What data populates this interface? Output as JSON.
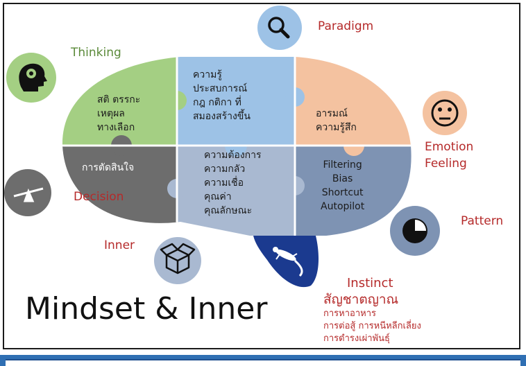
{
  "labels": {
    "paradigm": "Paradigm",
    "thinking": "Thinking",
    "emotion": "Emotion",
    "feeling": "Feeling",
    "decision": "Decision",
    "pattern": "Pattern",
    "inner": "Inner",
    "instinct": "Instinct",
    "instinct_th": "สัญชาตญาณ",
    "instinct_items": [
      "การหาอาหาร",
      "การต่อสู้ การหนีหลีกเลี่ยง",
      "การดำรงเผ่าพันธุ์"
    ]
  },
  "pieces": {
    "knowledge": [
      "ความรู้",
      "ประสบการณ์",
      "กฎ กติกา ที่",
      "สมองสร้างขึ้น"
    ],
    "thinking": [
      "สติ ตรรกะ",
      "เหตุผล",
      "ทางเลือก"
    ],
    "emotion": [
      "อารมณ์",
      "ความรู้สึก"
    ],
    "decision": [
      "การตัดสินใจ"
    ],
    "inner": [
      "ความต้องการ",
      "ความกลัว",
      "ความเชื่อ",
      "คุณค่า",
      "คุณลักษณะ"
    ],
    "pattern": [
      "Filtering",
      "Bias",
      "Shortcut",
      "Autopilot"
    ]
  },
  "title": "Mindset & Inner",
  "icons": [
    "search-icon",
    "head-brain-icon",
    "face-icon",
    "seesaw-icon",
    "pie-icon",
    "box-icon",
    "lizard-icon"
  ],
  "colors": {
    "green": "#a4cf83",
    "blue": "#9dc2e6",
    "peach": "#f4c2a0",
    "darkgray": "#6d6d6d",
    "lightslate": "#a9b9d1",
    "slate": "#7e93b3",
    "navy": "#1b3a8f",
    "accent_red": "#b52a2a"
  }
}
